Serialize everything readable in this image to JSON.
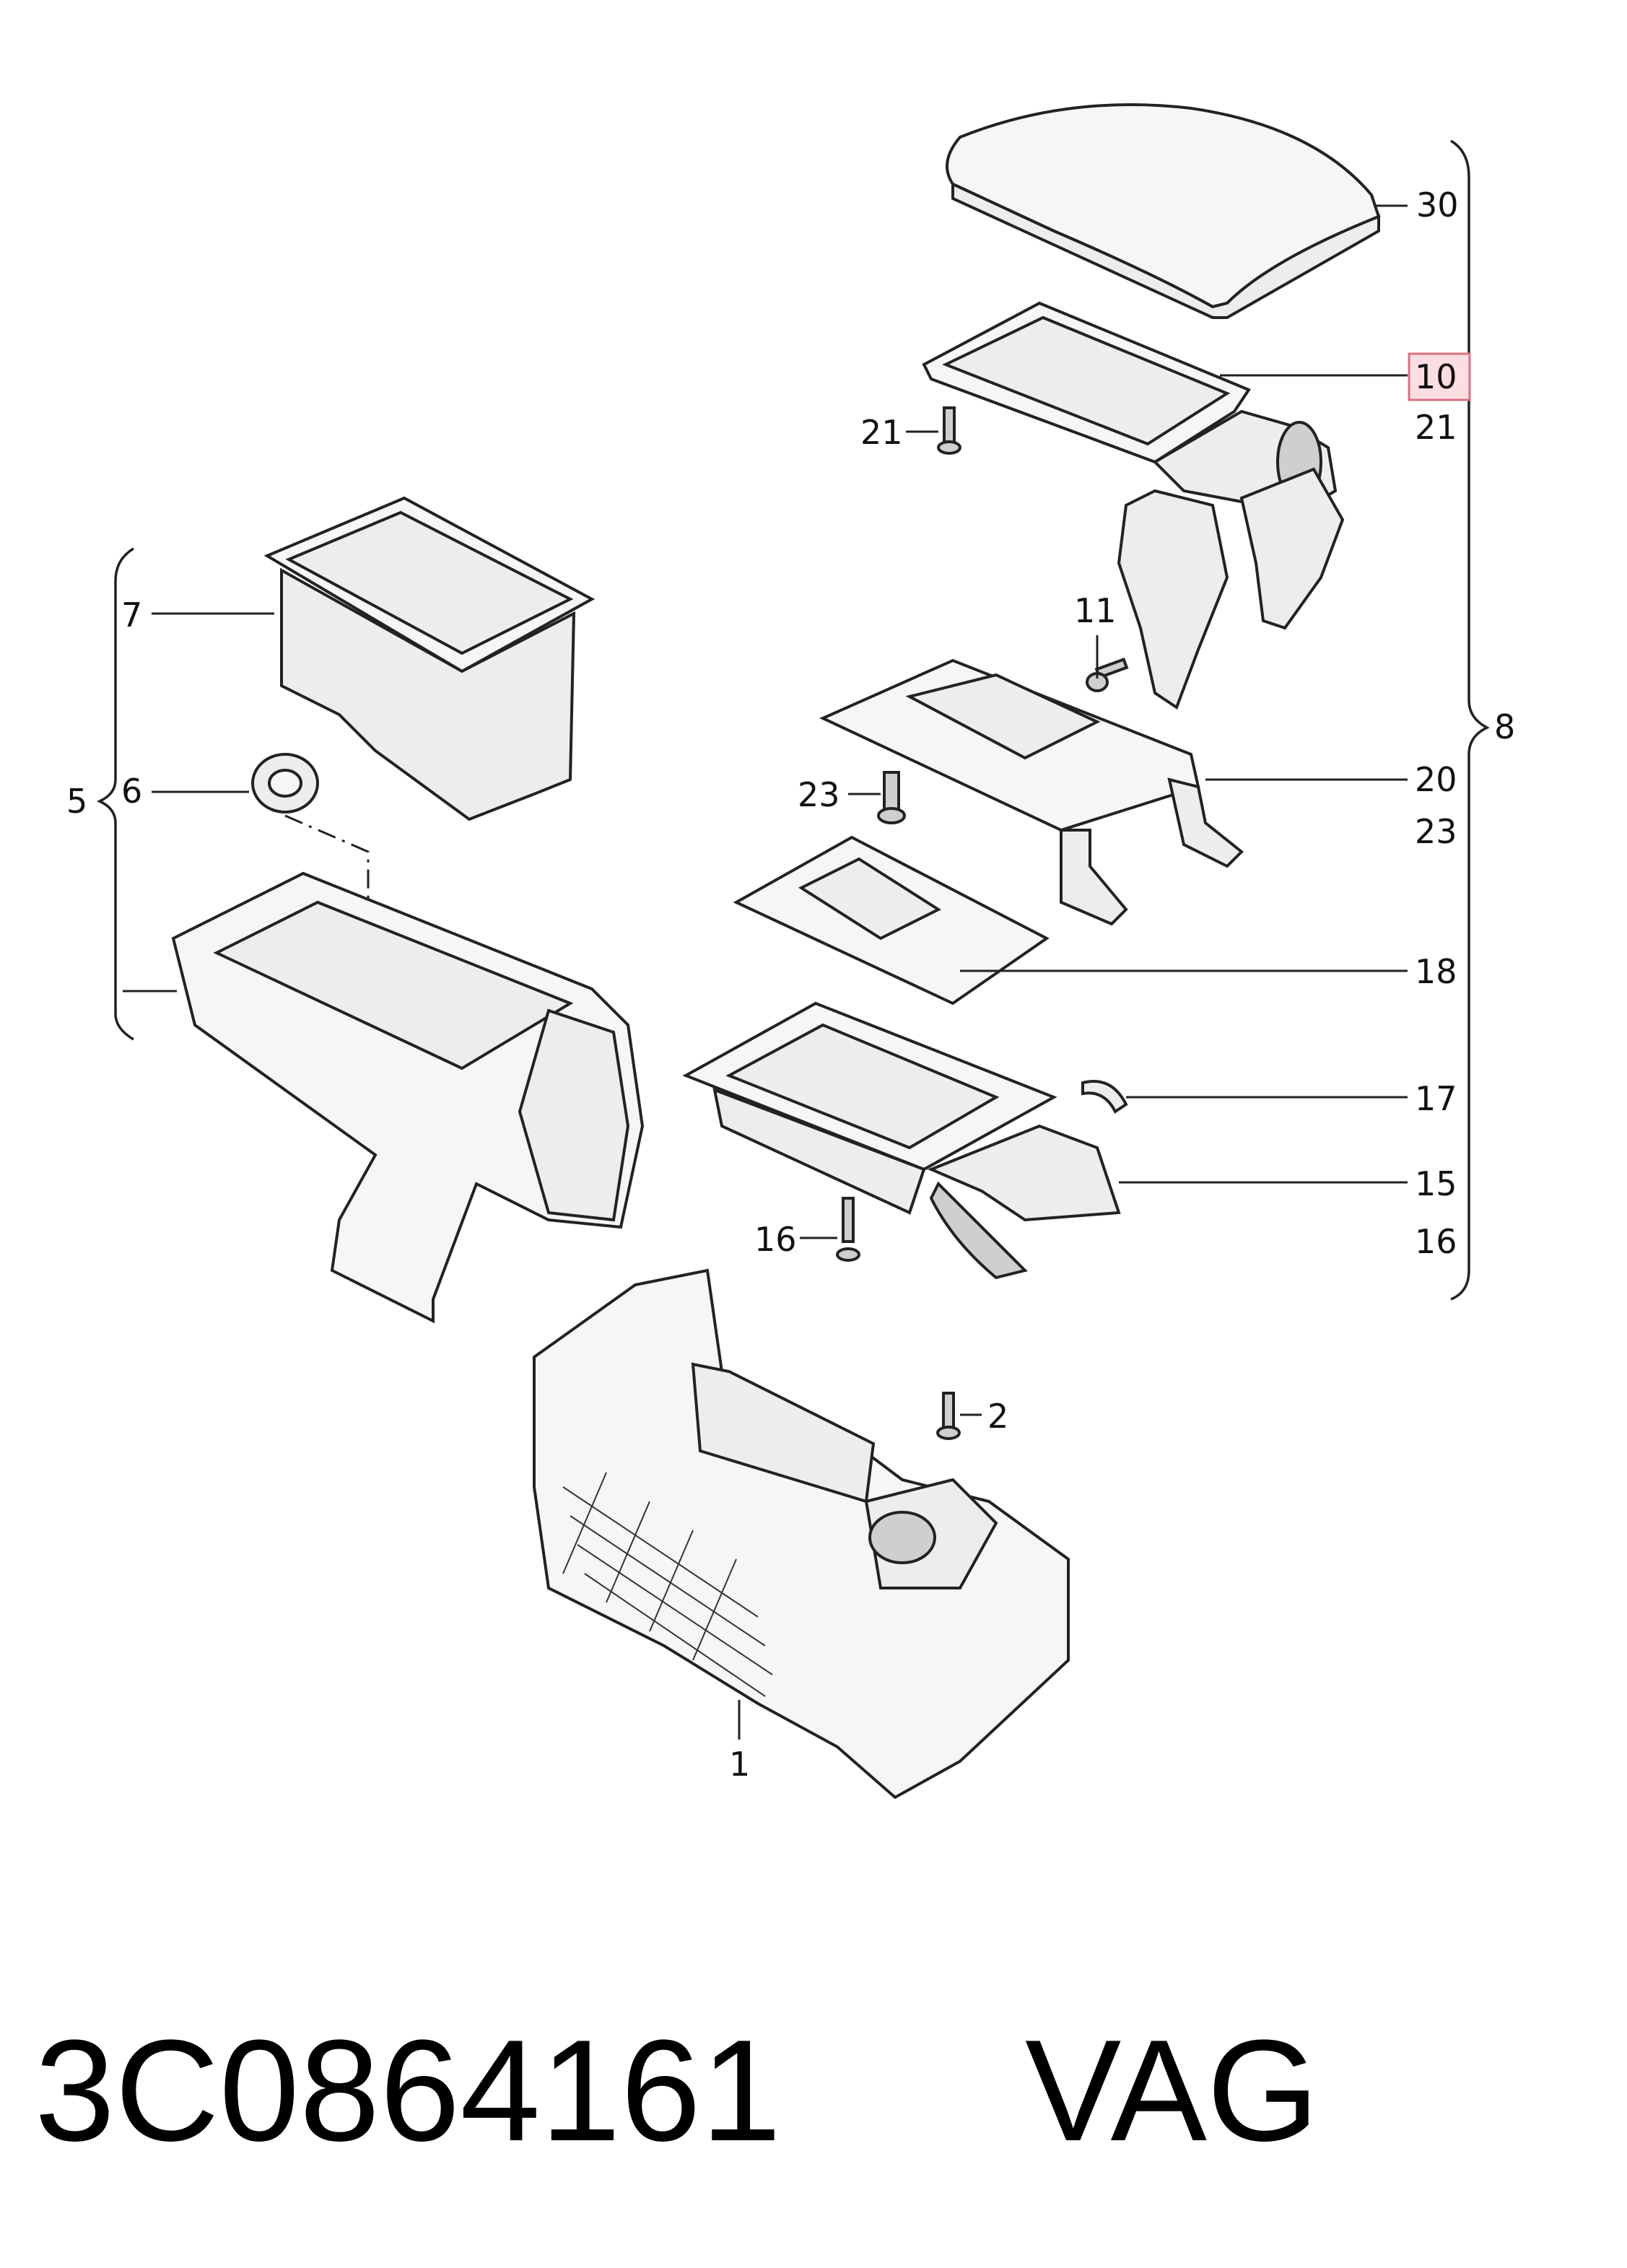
{
  "callouts": {
    "c30": "30",
    "c10": "10",
    "c21_right": "21",
    "c21_left": "21",
    "c7": "7",
    "c11": "11",
    "c5": "5",
    "c6": "6",
    "c8": "8",
    "c20": "20",
    "c23_left": "23",
    "c23_right": "23",
    "c18": "18",
    "c17": "17",
    "c15": "15",
    "c16_left": "16",
    "c16_right": "16",
    "c2": "2",
    "c1": "1"
  },
  "highlighted_callout": "10",
  "colors": {
    "highlight_fill": "#fbdde2",
    "highlight_border": "#d9707f",
    "line": "#222222"
  },
  "footer": {
    "part_number": "3C0864161",
    "brand": "VAG"
  }
}
